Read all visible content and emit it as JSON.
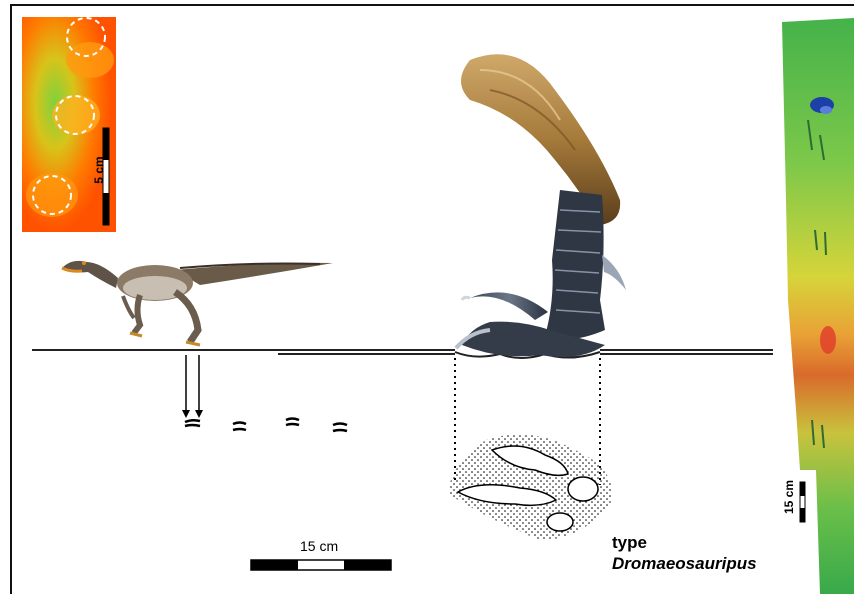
{
  "labels": {
    "inset_scale": "5 cm",
    "main_scale": "15 cm",
    "dem_scale": "15 cm",
    "type_word": "type",
    "taxon": "Dromaeosauripus"
  },
  "colors": {
    "heatmap_warm": "#ff5a00",
    "heatmap_yellow": "#ffb000",
    "heatmap_green": "#6ed23c",
    "dem_green": "#39b54a",
    "dem_yellow": "#d8d83a",
    "dem_red": "#e0412a",
    "dem_blue": "#1d3fa8",
    "feather_brown": "#a57a3a",
    "scale_black": "#000000"
  },
  "icons": {
    "dinosaur": "dromaeosaur-illustration-icon",
    "foot": "dromaeosaur-foot-icon",
    "footprint": "didactyl-footprint-icon"
  }
}
